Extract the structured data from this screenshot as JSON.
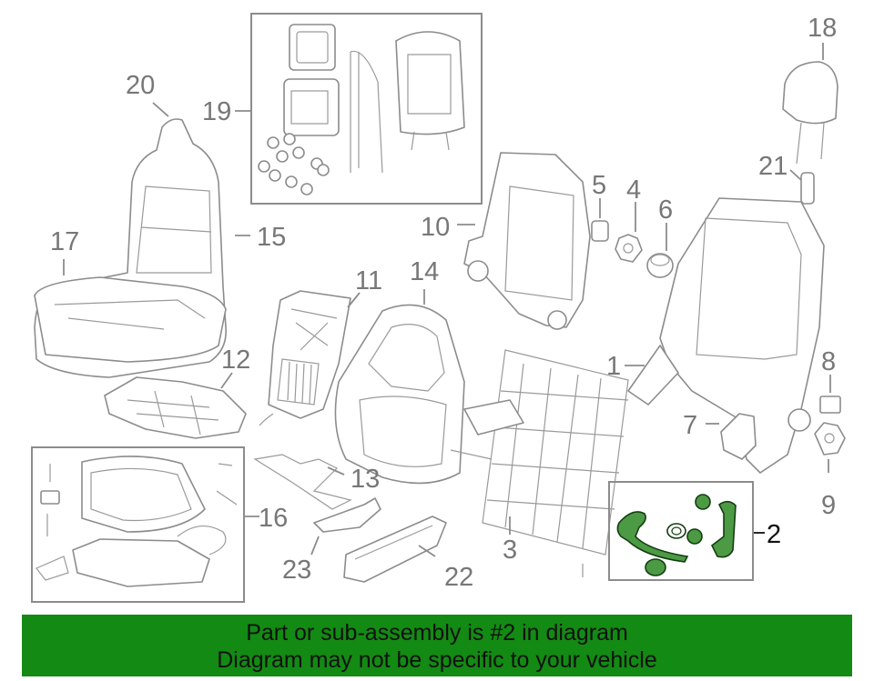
{
  "diagram": {
    "callouts": {
      "c1": "1",
      "c2": "2",
      "c3": "3",
      "c4": "4",
      "c5": "5",
      "c6": "6",
      "c7": "7",
      "c8": "8",
      "c9": "9",
      "c10": "10",
      "c11": "11",
      "c12": "12",
      "c13": "13",
      "c14": "14",
      "c15": "15",
      "c16": "16",
      "c17": "17",
      "c18": "18",
      "c19": "19",
      "c20": "20",
      "c21": "21",
      "c22": "22",
      "c23": "23"
    },
    "highlight_color": "#4c9a44",
    "highlighted_part": "2"
  },
  "banner": {
    "line1": "Part or sub-assembly is #2 in diagram",
    "line2": "Diagram may not be specific to your vehicle",
    "background": "#138a13"
  }
}
